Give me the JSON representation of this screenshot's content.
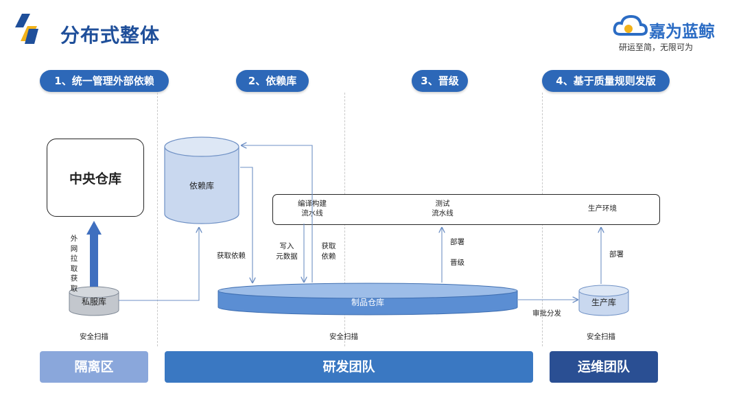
{
  "header": {
    "title": "分布式整体",
    "logo_text": "嘉为蓝鲸",
    "tagline": "研运至简，无限可为"
  },
  "steps": [
    {
      "label": "1、统一管理外部依赖"
    },
    {
      "label": "2、依赖库"
    },
    {
      "label": "3、晋级"
    },
    {
      "label": "4、基于质量规则发版"
    }
  ],
  "nodes": {
    "central_repo": "中央仓库",
    "private_repo": "私服库",
    "dependency_repo": "依赖库",
    "artifact_repo": "制品仓库",
    "production_repo": "生产库"
  },
  "pipeline": {
    "build": [
      "编译构建",
      "流水线"
    ],
    "test": [
      "测试",
      "流水线"
    ],
    "prod_env": "生产环境"
  },
  "edge_labels": {
    "external_pull": "外网拉取获取",
    "fetch_dependency": "获取依赖",
    "write_metadata": [
      "写入",
      "元数据"
    ],
    "fetch_dep2": [
      "获取",
      "依赖"
    ],
    "deploy": "部署",
    "promote": "晋级",
    "approve_distribute": "审批分发",
    "deploy2": "部署"
  },
  "security_scan": [
    "安全扫描",
    "安全扫描",
    "安全扫描"
  ],
  "bands": {
    "isolation": "隔离区",
    "dev_team": "研发团队",
    "ops_team": "运维团队"
  },
  "colors": {
    "brand_blue": "#1f4f9a",
    "step_blue": "#2d68b8",
    "band_light": "#8aa7db",
    "band_mid": "#3a78c2",
    "band_dark": "#2a4f93",
    "cylinder_fill": "#c9d8ef",
    "artifact_fill": "#5b8ed3"
  }
}
